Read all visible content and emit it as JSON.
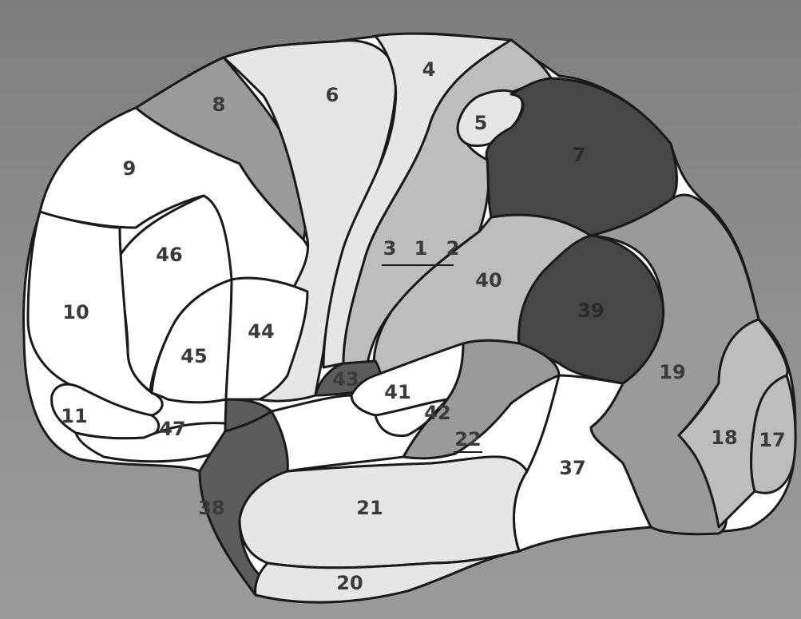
{
  "diagram": {
    "labels": {
      "a4": "4",
      "a5": "5",
      "a6": "6",
      "a7": "7",
      "a8": "8",
      "a9": "9",
      "a10": "10",
      "a11": "11",
      "a17": "17",
      "a18": "18",
      "a19": "19",
      "a20": "20",
      "a21": "21",
      "a22": "22",
      "a37": "37",
      "a38": "38",
      "a39": "39",
      "a40": "40",
      "a41": "41",
      "a42": "42",
      "a43": "43",
      "a44": "44",
      "a45": "45",
      "a46": "46",
      "a47": "47",
      "a3": "3",
      "a1": "1",
      "a2": "2"
    },
    "colors": {
      "background": "#8a8a8a",
      "white": "#ffffff",
      "light": "#e6e6e6",
      "mid": "#bdbdbd",
      "midDark": "#9a9a9a",
      "dark": "#5c5c5c",
      "darkest": "#474747"
    }
  }
}
